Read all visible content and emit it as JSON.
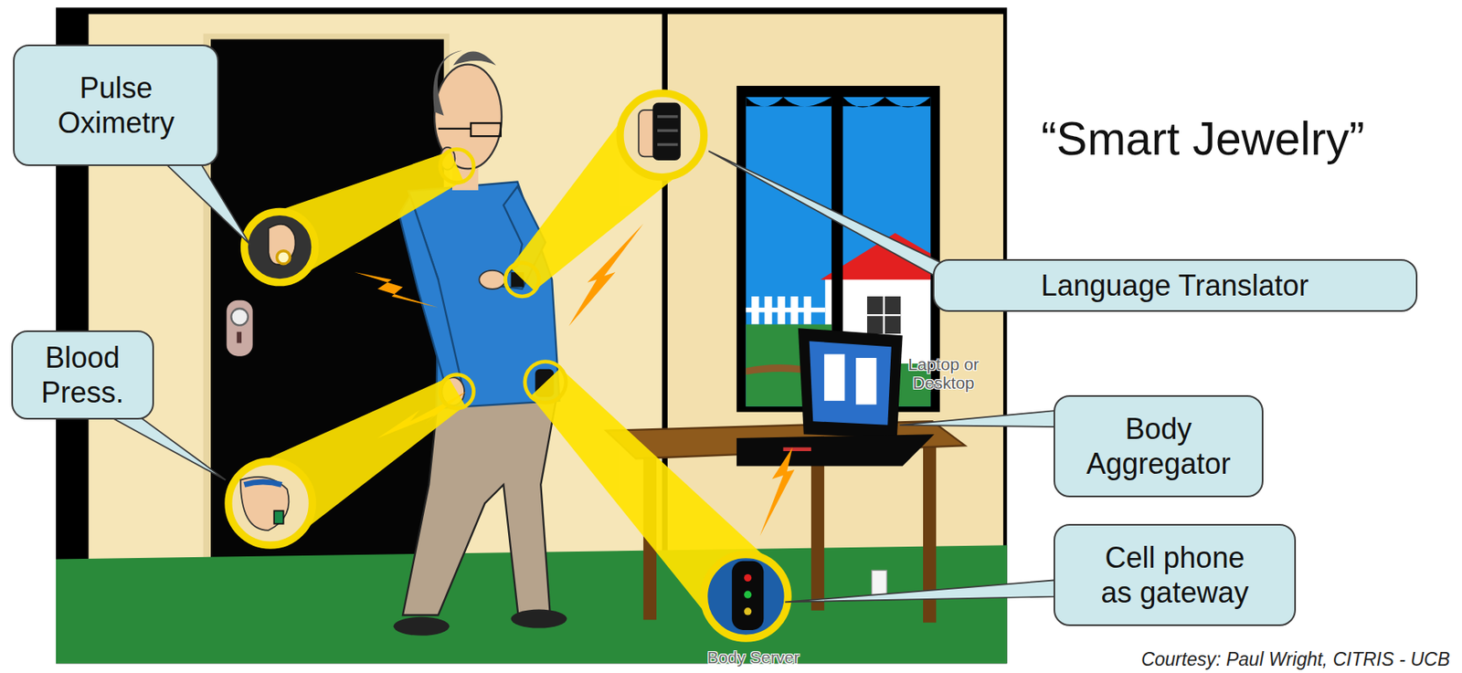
{
  "diagram": {
    "title": "“Smart Jewelry”",
    "nodes": [
      {
        "text": [
          "Pulse Oximetry"
        ]
      },
      {
        "text": [
          "Language Translator"
        ]
      },
      {
        "text": [
          "Blood Press."
        ]
      },
      {
        "text": [
          "Body Aggregator"
        ]
      },
      {
        "text": [
          "Cell phone as gateway"
        ]
      }
    ],
    "labels": [
      "Laptop or Desktop",
      "Body Server",
      "Courtesy: Paul Wright, CITRIS - UCB"
    ]
  }
}
